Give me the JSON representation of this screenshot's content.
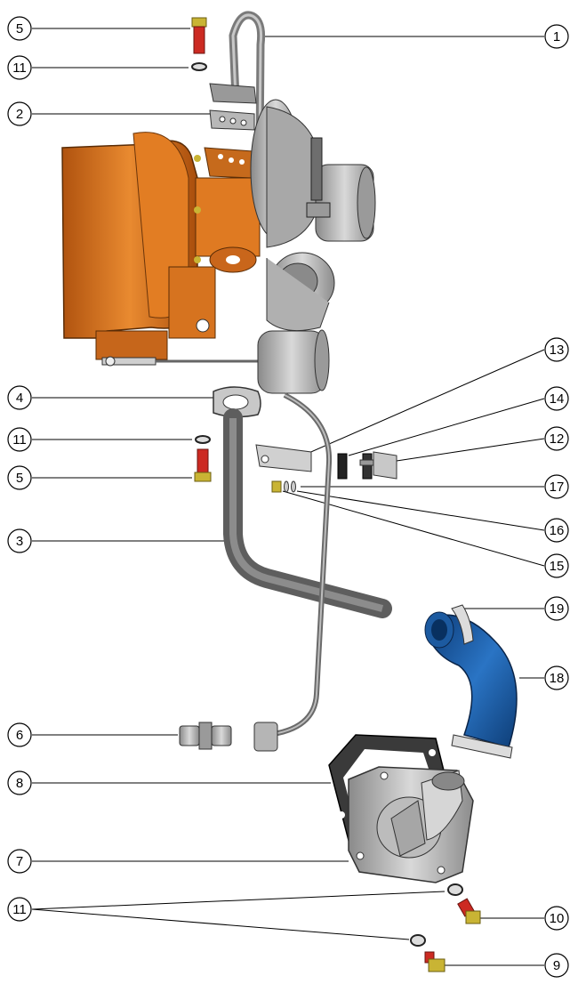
{
  "callouts": {
    "c1": "1",
    "c2": "2",
    "c3": "3",
    "c4": "4",
    "c5a": "5",
    "c5b": "5",
    "c6": "6",
    "c7": "7",
    "c8": "8",
    "c9": "9",
    "c10": "10",
    "c11a": "11",
    "c11b": "11",
    "c11c": "11",
    "c12": "12",
    "c13": "13",
    "c14": "14",
    "c15": "15",
    "c16": "16",
    "c17": "17",
    "c18": "18",
    "c19": "19"
  },
  "colors": {
    "actuator": "#d9741f",
    "turbo_metal": "#b5b5b5",
    "hose": "#1f5fa8",
    "bolt": "#c9b434",
    "gasket": "#3a3a3a",
    "pipe": "#7d7d7d"
  }
}
